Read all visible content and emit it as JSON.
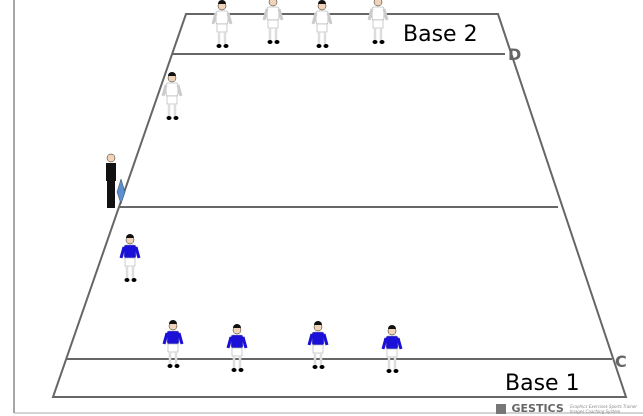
{
  "labels": {
    "base2": "Base 2",
    "base1": "Base 1",
    "corner_d": "D",
    "corner_c": "C"
  },
  "footer": {
    "brand": "GESTICS",
    "tagline_1": "Graphics Exercises Sports Trainer",
    "tagline_2": "Images Coaching System"
  },
  "colors": {
    "line": "#666666",
    "team_white": "#ffffff",
    "team_blue": "#1a10d8",
    "referee": "#111111",
    "flag": "#5b8fd0"
  },
  "players": {
    "white_team": [
      "top-1",
      "top-2",
      "top-3",
      "top-4",
      "runner"
    ],
    "blue_team": [
      "left-runner",
      "bottom-1",
      "bottom-2",
      "bottom-3",
      "bottom-4"
    ],
    "referee": "assistant-referee-with-flag"
  }
}
